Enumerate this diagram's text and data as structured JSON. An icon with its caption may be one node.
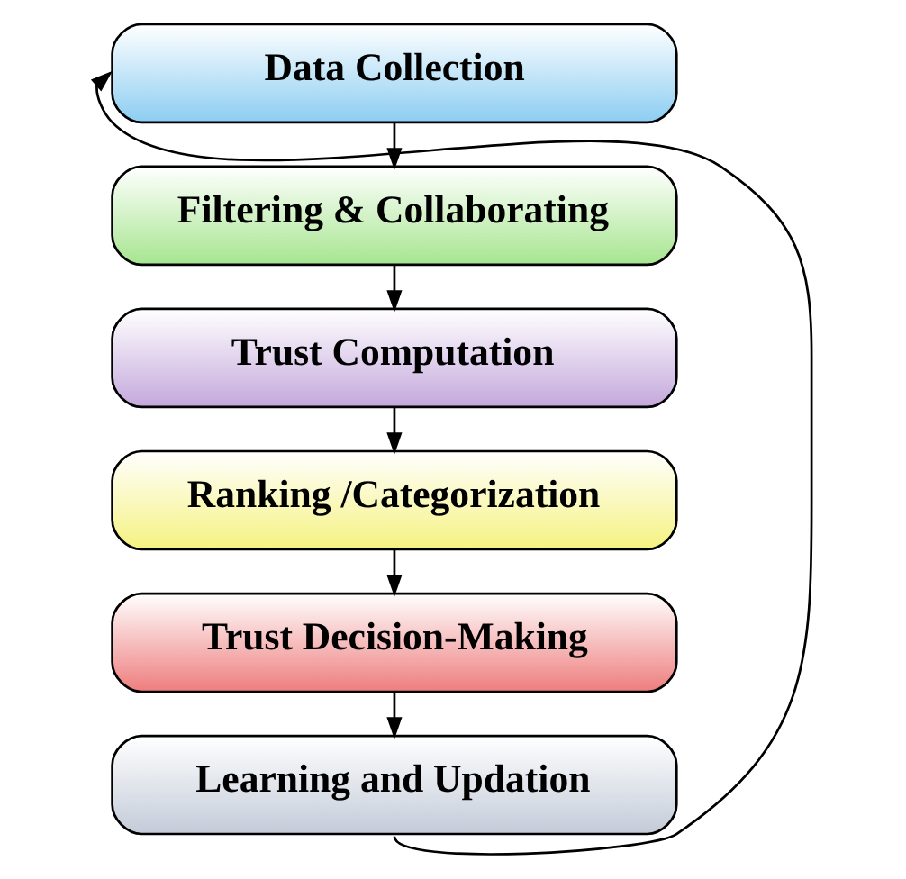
{
  "diagram": {
    "nodes": [
      {
        "text": [
          "Data Collection"
        ]
      },
      {
        "text": [
          "Filtering & Collaborating"
        ]
      },
      {
        "text": [
          "Trust Computation"
        ]
      },
      {
        "text": [
          "Ranking /Categorization"
        ]
      },
      {
        "text": [
          "Trust Decision-Making"
        ]
      },
      {
        "text": [
          "Learning and Updation"
        ]
      }
    ],
    "edges": [
      {
        "from": 0,
        "to": 1,
        "arrow": "to"
      },
      {
        "from": 1,
        "to": 2,
        "arrow": "to"
      },
      {
        "from": 2,
        "to": 3,
        "arrow": "to"
      },
      {
        "from": 3,
        "to": 4,
        "arrow": "to"
      },
      {
        "from": 4,
        "to": 5,
        "arrow": "to"
      },
      {
        "from": 5,
        "to": 0,
        "arrow": "to"
      }
    ]
  }
}
